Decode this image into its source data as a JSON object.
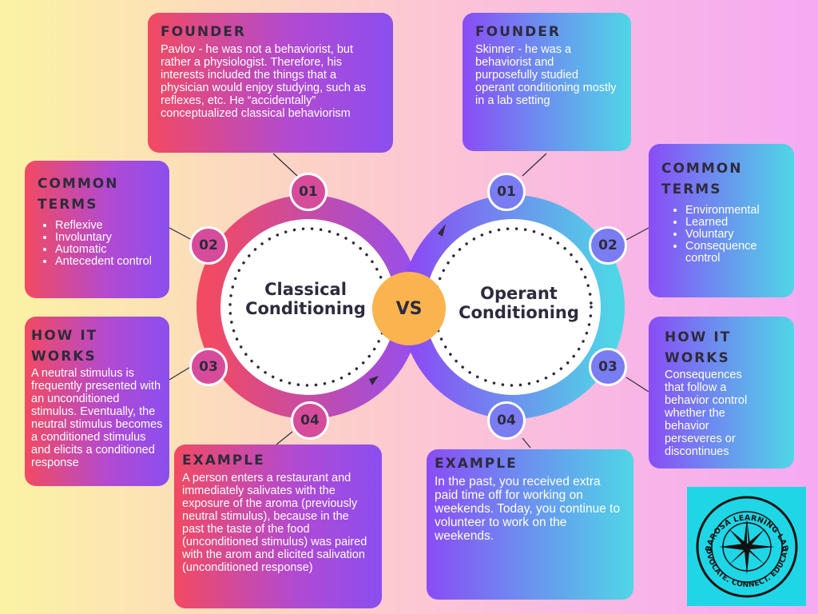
{
  "classical": {
    "title_line1": "Classical",
    "title_line2": "Conditioning",
    "founder": {
      "heading": "FOUNDER",
      "text": "Pavlov - he was not a behaviorist, but rather a physiologist. Therefore, his interests included the things that a physician would enjoy studying, such as reflexes, etc.  He “accidentally” conceptualized classical behaviorism"
    },
    "terms": {
      "heading_line1": "COMMON",
      "heading_line2": "TERMS",
      "items": [
        "Reflexive",
        "Involuntary",
        "Automatic",
        "Antecedent control"
      ]
    },
    "how": {
      "heading": "HOW IT WORKS",
      "text": "A neutral stimulus is frequently presented with an unconditioned stimulus. Eventually, the neutral stimulus becomes a conditioned stimulus and elicits a conditioned response"
    },
    "example": {
      "heading": "EXAMPLE",
      "text": "A person enters a restaurant and immediately salivates with the exposure of the aroma (previously neutral stimulus), because in the past the taste of the food (unconditioned stimulus) was paired with the arom and elicited salivation (unconditioned response)"
    }
  },
  "operant": {
    "title_line1": "Operant",
    "title_line2": "Conditioning",
    "founder": {
      "heading": "FOUNDER",
      "text": "Skinner - he was a behaviorist and purposefully studied operant conditioning mostly in a lab setting"
    },
    "terms": {
      "heading_line1": "COMMON",
      "heading_line2": "TERMS",
      "items": [
        "Environmental",
        "Learned",
        "Voluntary",
        "Consequence control"
      ]
    },
    "how": {
      "heading": "HOW IT WORKS",
      "text": "Consequences that follow a behavior control whether the behavior perseveres or discontinues"
    },
    "example": {
      "heading": "EXAMPLE",
      "text": "In the past, you received extra paid time off for working on weekends. Today, you continue to volunteer to work on the weekends."
    }
  },
  "vs": "VS",
  "numbers": [
    "01",
    "02",
    "03",
    "04"
  ],
  "logo": {
    "top_text": "BAROSA LEARNING LAB",
    "bottom_text": "ADVOCATE. CONNECT. EDUCATE"
  },
  "colors": {
    "red_start": "#f24a62",
    "purple": "#8b4ef0",
    "cyan": "#4fd6e6",
    "vs_orange": "#fbb34f",
    "logo_bg": "#1fd6e6"
  }
}
